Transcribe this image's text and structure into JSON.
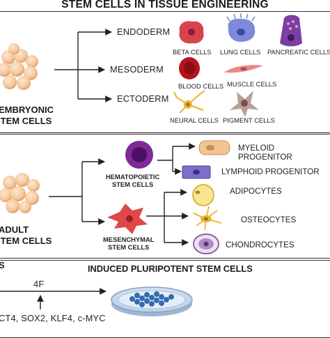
{
  "title": "STEM CELLS IN TISSUE ENGINEERING",
  "embryonic": {
    "label_line1": "EMBRYONIC",
    "label_line2": "STEM CELLS",
    "layers": [
      "ENDODERM",
      "MESODERM",
      "ECTODERM"
    ],
    "endoderm_cells": [
      "BETA CELLS",
      "LUNG CELLS",
      "PANCREATIC CELLS"
    ],
    "mesoderm_cells": [
      "BLOOD CELLS",
      "MUSCLE CELLS"
    ],
    "ectoderm_cells": [
      "NEURAL CELLS",
      "PIGMENT CELLS"
    ]
  },
  "adult": {
    "label_line1": "ADULT",
    "label_line2": "STEM CELLS",
    "hematopoietic_line1": "HEMATOPOIETIC",
    "hematopoietic_line2": "STEM CELLS",
    "hematopoietic_progeny": [
      "MYELOID PROGENITOR",
      "LYMPHOID PROGENITOR"
    ],
    "mesenchymal_line1": "MESENCHYMAL",
    "mesenchymal_line2": "STEM CELLS",
    "mesenchymal_progeny": [
      "ADIPOCYTES",
      "OSTEOCYTES",
      "CHONDROCYTES"
    ]
  },
  "ipsc": {
    "left_label": "S",
    "title": "INDUCED PLURIPOTENT STEM CELLS",
    "factor_label": "4F",
    "factors": "CT4, SOX2, KLF4, c-MYC"
  },
  "colors": {
    "beta_cell": "#d7434f",
    "lung_cell": "#7c8ad8",
    "pancreatic_cell": "#7d3ea2",
    "blood_cell": "#b4151c",
    "muscle_cell": "#e98a86",
    "neural_cell": "#e8b52c",
    "pigment_cell": "#b8a098",
    "hematopoietic": "#7f2a97",
    "myeloid": "#f2c594",
    "lymphoid": "#7c6fcb",
    "mesenchymal": "#df4848",
    "adipocyte": "#f8e596",
    "osteocyte": "#e8b52c",
    "chondrocyte": "#b38ac5",
    "embryo": "#f6c79a",
    "dish": "#2f6db8"
  }
}
